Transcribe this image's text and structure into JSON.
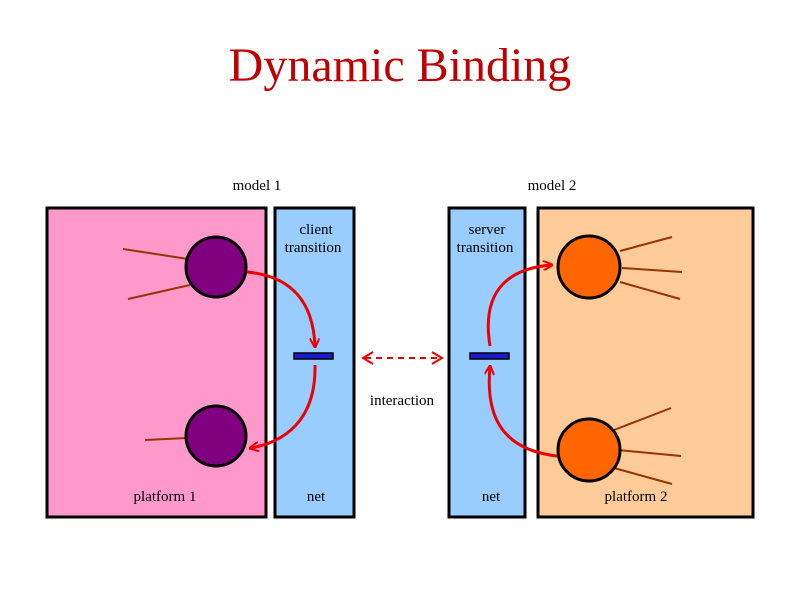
{
  "title": "Dynamic Binding",
  "labels": {
    "model_left": "model 1",
    "model_right": "model 2",
    "client_transition_line1": "client",
    "client_transition_line2": "transition",
    "server_transition_line1": "server",
    "server_transition_line2": "transition",
    "interaction": "interaction",
    "platform_left": "platform 1",
    "platform_right": "platform 2",
    "net_left": "net",
    "net_right": "net"
  },
  "colors": {
    "title": "#c00000",
    "platform_left_fill": "#ff99cc",
    "platform_right_fill": "#ffcc99",
    "net_fill": "#99ccff",
    "place_left_fill": "#800080",
    "place_right_fill": "#ff6600",
    "transition_fill": "#1a1acc",
    "arrow": "#ee0000",
    "arc_line": "#993300"
  }
}
